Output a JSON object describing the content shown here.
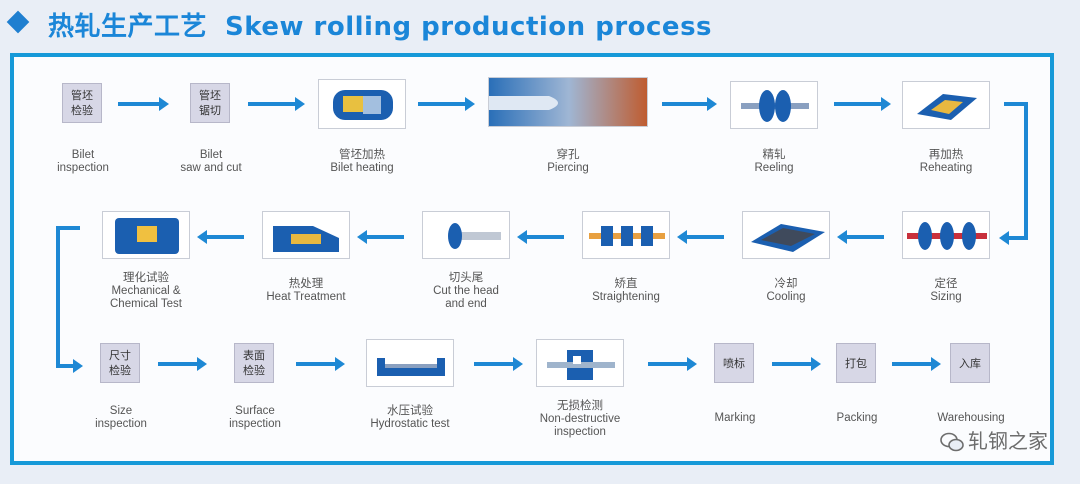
{
  "header": {
    "title_cn": "热轧生产工艺",
    "title_en": "Skew rolling production process"
  },
  "steps": {
    "billet_inspection": {
      "box": "管坯\n检验",
      "label": "Bilet\ninspection"
    },
    "billet_saw": {
      "box": "管坯\n锯切",
      "label": "Bilet\nsaw and cut"
    },
    "billet_heating": {
      "label": "管坯加热\nBilet heating"
    },
    "piercing": {
      "label": "穿孔\nPiercing"
    },
    "reeling": {
      "label": "精轧\nReeling"
    },
    "reheating": {
      "label": "再加热\nReheating"
    },
    "sizing": {
      "label": "定径\nSizing"
    },
    "cooling": {
      "label": "冷却\nCooling"
    },
    "straightening": {
      "label": "矫直\nStraightening"
    },
    "cut_head_end": {
      "label": "切头尾\nCut the head\nand end"
    },
    "heat_treatment": {
      "label": "热处理\nHeat Treatment"
    },
    "mech_chem_test": {
      "label": "理化试验\nMechanical &\nChemical Test"
    },
    "size_inspection": {
      "box": "尺寸\n检验",
      "label": "Size\ninspection"
    },
    "surface_inspection": {
      "box": "表面\n检验",
      "label": "Surface\ninspection"
    },
    "hydrostatic": {
      "label": "水压试验\nHydrostatic test"
    },
    "ndt": {
      "label": "无损检测\nNon-destructive\ninspection"
    },
    "marking": {
      "box": "喷标",
      "label": "Marking"
    },
    "packing": {
      "box": "打包",
      "label": "Packing"
    },
    "warehousing": {
      "box": "入库",
      "label": "Warehousing"
    }
  },
  "watermark": "轧钢之家",
  "colors": {
    "accent": "#1e88d4",
    "border": "#1699d8",
    "header": "#1b86d8"
  }
}
